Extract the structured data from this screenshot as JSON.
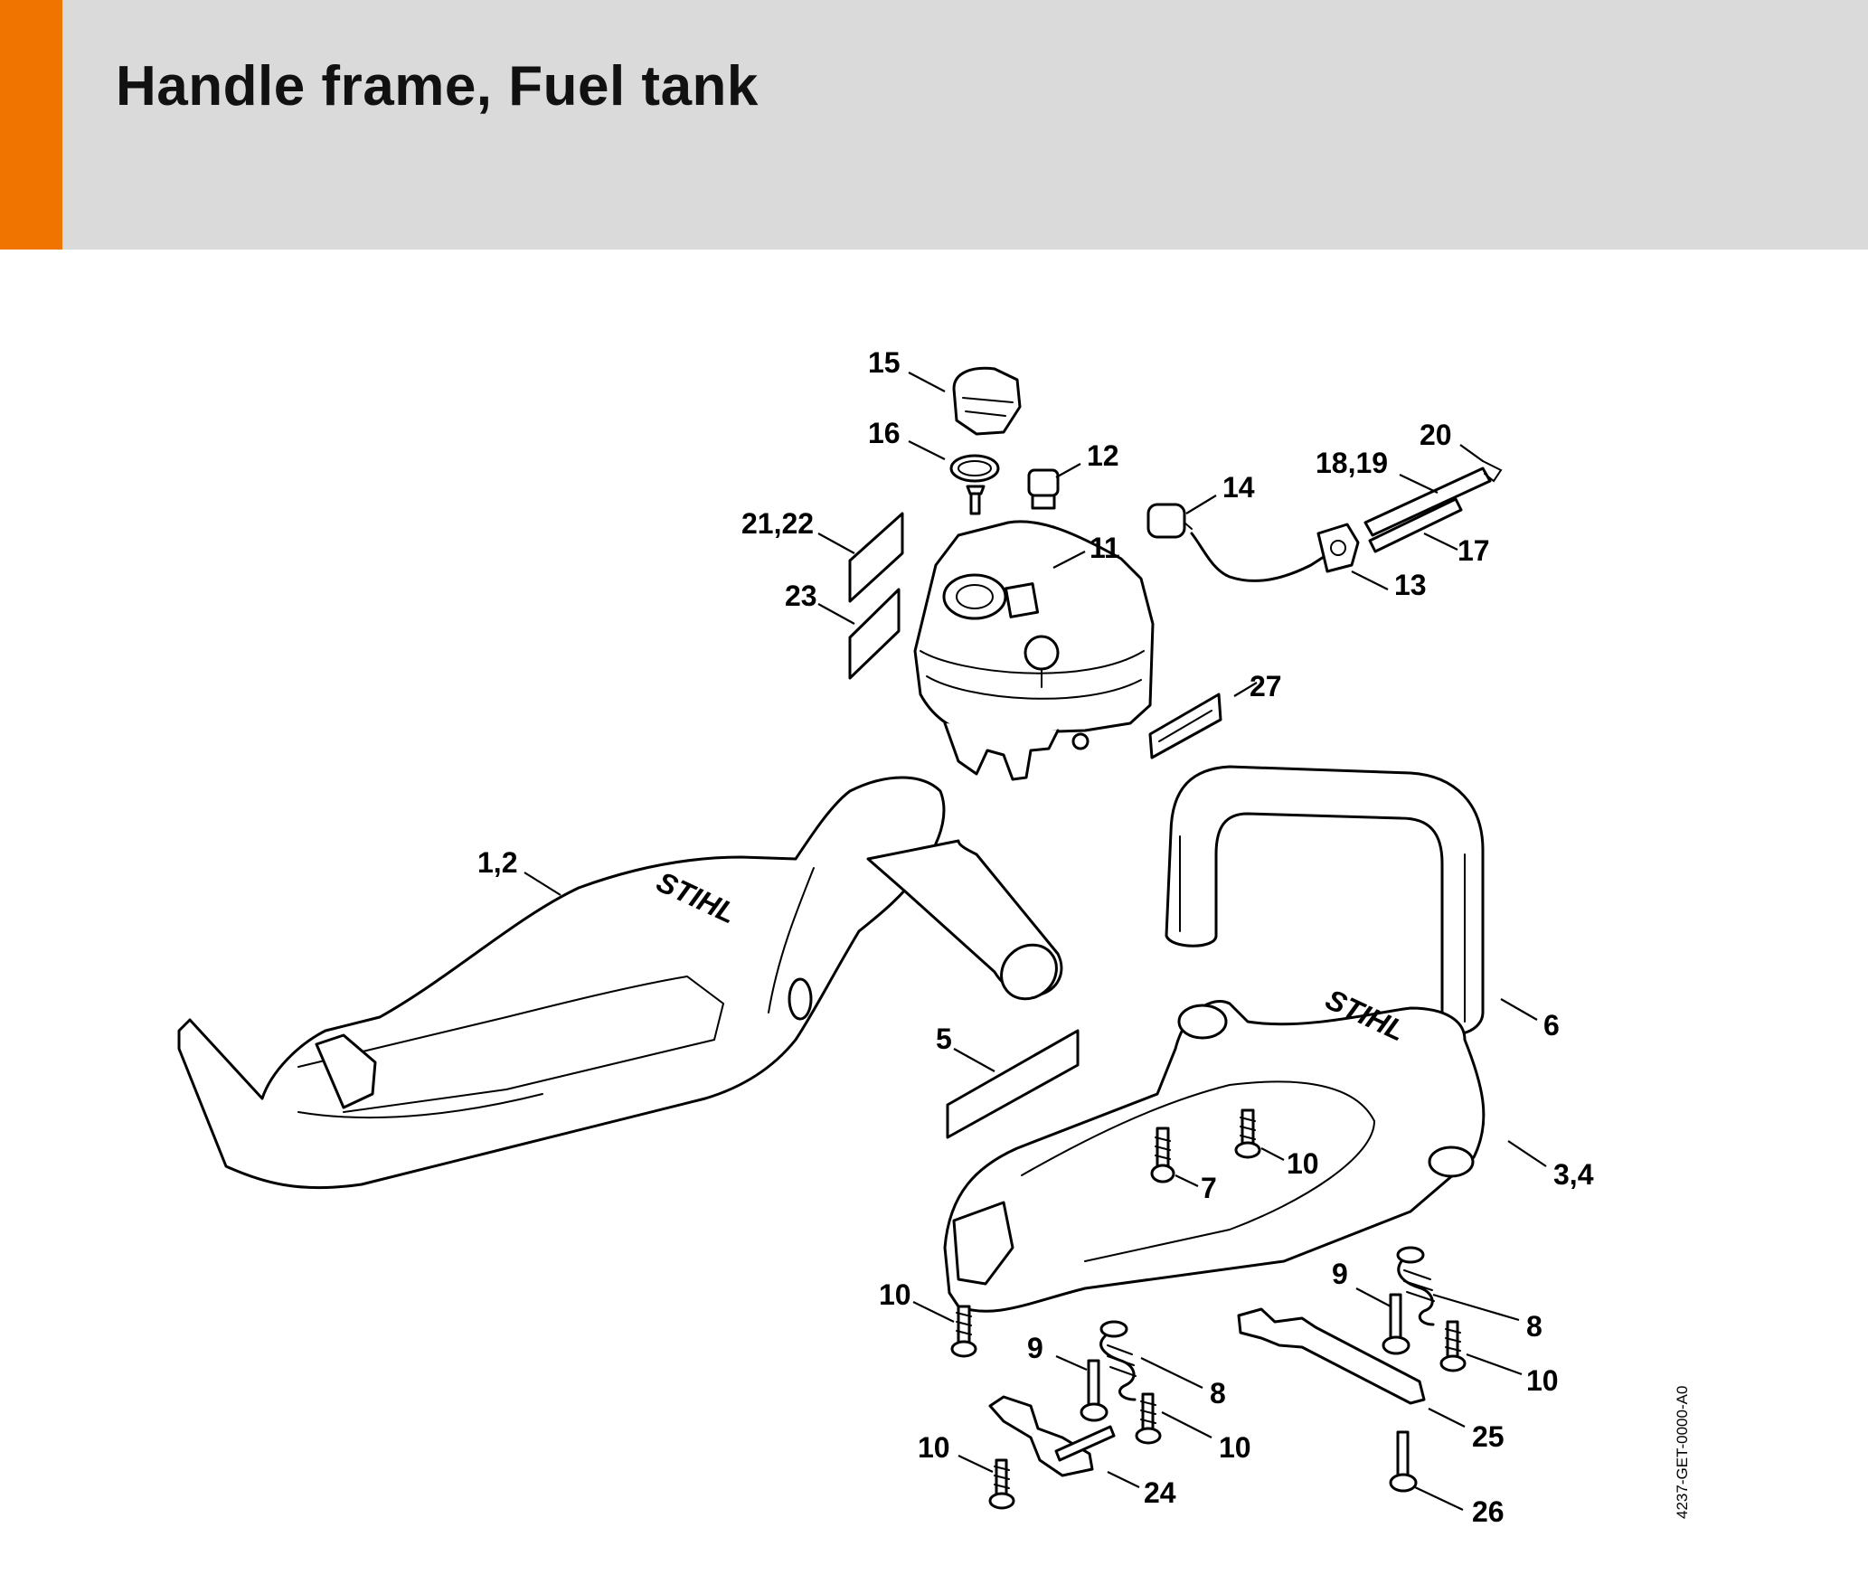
{
  "header": {
    "title": "Handle frame, Fuel tank",
    "accent_color": "#f07400",
    "background_color": "#dadada"
  },
  "diagram": {
    "drawing_code": "4237-GET-0000-A0",
    "brand_mark": "STIHL",
    "callouts": [
      "15",
      "16",
      "12",
      "20",
      "18,19",
      "14",
      "21,22",
      "11",
      "17",
      "13",
      "23",
      "27",
      "1,2",
      "6",
      "5",
      "10",
      "3,4",
      "7",
      "9",
      "8",
      "10",
      "9",
      "8",
      "10",
      "10",
      "10",
      "24",
      "25",
      "26"
    ]
  }
}
